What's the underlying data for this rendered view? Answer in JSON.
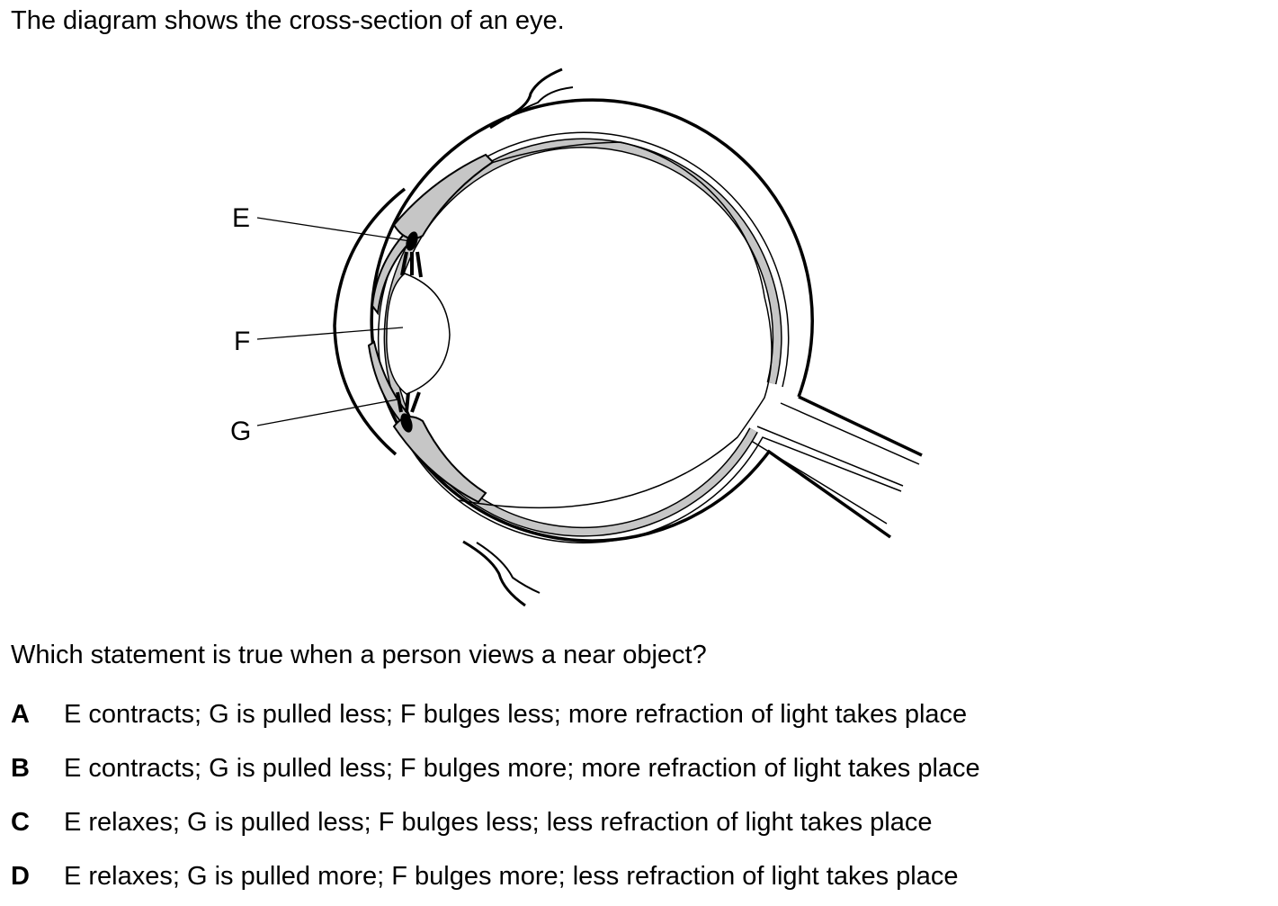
{
  "intro": "The diagram shows the cross-section of an eye.",
  "diagram": {
    "labels": {
      "e": "E",
      "f": "F",
      "g": "G"
    }
  },
  "question": "Which statement is true when a person views a near object?",
  "options": [
    {
      "letter": "A",
      "text": "E contracts; G is pulled less; F bulges less; more refraction of light takes place"
    },
    {
      "letter": "B",
      "text": "E contracts; G is pulled less; F bulges more; more refraction of light takes place"
    },
    {
      "letter": "C",
      "text": "E relaxes; G is pulled less; F bulges less; less refraction of light takes place"
    },
    {
      "letter": "D",
      "text": "E relaxes; G is pulled more; F bulges more; less refraction of light takes place"
    }
  ]
}
